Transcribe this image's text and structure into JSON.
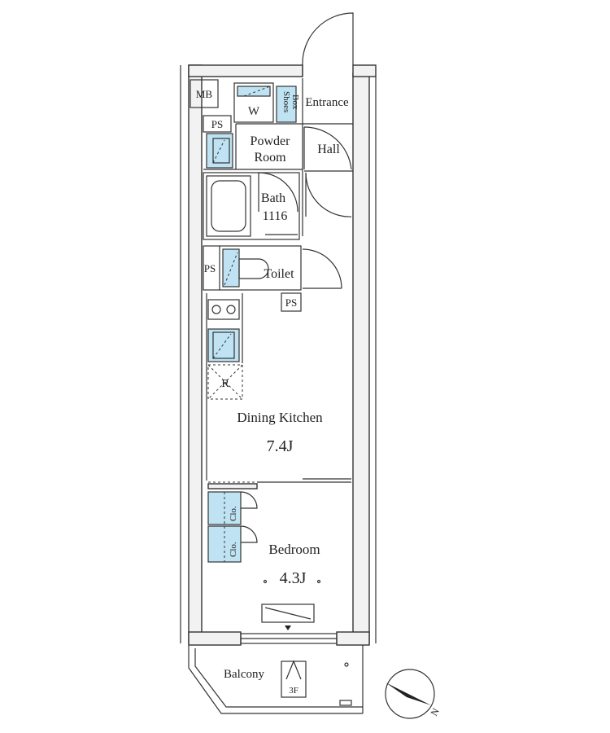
{
  "labels": {
    "mb": "MB",
    "w": "W",
    "shoes_box_1": "Shoes",
    "shoes_box_2": "Box",
    "entrance": "Entrance",
    "ps_top": "PS",
    "powder_room_1": "Powder",
    "powder_room_2": "Room",
    "hall": "Hall",
    "bath_1": "Bath",
    "bath_2": "1116",
    "ps_toilet": "PS",
    "toilet": "Toilet",
    "ps_kitchen": "PS",
    "fridge": "R",
    "dining_kitchen": "Dining Kitchen",
    "dining_kitchen_size": "7.4J",
    "closet_1": "Clo.",
    "closet_2": "Clo.",
    "bedroom": "Bedroom",
    "bedroom_size": "4.3J",
    "balcony": "Balcony",
    "floor": "3F",
    "compass_north": "N"
  },
  "colors": {
    "fixture_blue": "#bfe3f3",
    "wall_fill": "#f2f2f2",
    "line": "#333333"
  }
}
